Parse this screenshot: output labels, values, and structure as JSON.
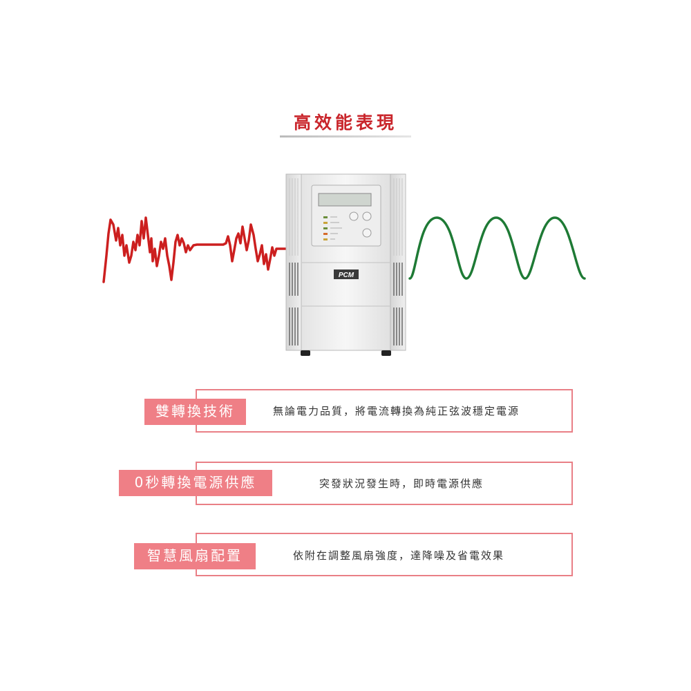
{
  "title": "高效能表現",
  "ups": {
    "brand": "PCM"
  },
  "features": [
    {
      "tag": "雙轉換技術",
      "desc": "無論電力品質，將電流轉換為純正弦波穩定電源"
    },
    {
      "tag": "0秒轉換電源供應",
      "desc": "突發狀況發生時，即時電源供應"
    },
    {
      "tag": "智慧風扇配置",
      "desc": "依附在調整風扇強度，達降噪及省電效果"
    }
  ],
  "colors": {
    "title": "#c9252b",
    "accent": "#ef7f86",
    "border": "#e97f86",
    "dirty_wave": "#cc1f1f",
    "clean_wave": "#1e7a35"
  }
}
